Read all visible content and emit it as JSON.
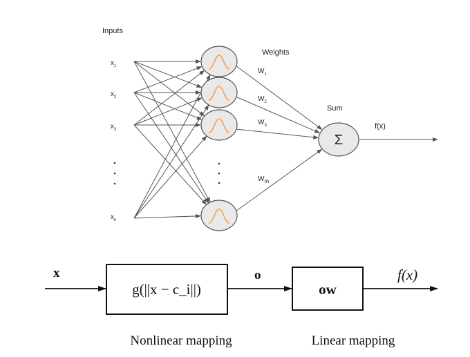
{
  "network": {
    "inputs_label": "Inputs",
    "weights_label": "Weights",
    "sum_label": "Sum",
    "sum_symbol": "Σ",
    "output_label": "f(x)",
    "inputs": [
      {
        "main": "x",
        "sub": "1"
      },
      {
        "main": "x",
        "sub": "2"
      },
      {
        "main": "x",
        "sub": "3"
      },
      {
        "main": "x",
        "sub": "n"
      }
    ],
    "weights": [
      {
        "main": "W",
        "sub": "1"
      },
      {
        "main": "W",
        "sub": "2"
      },
      {
        "main": "W",
        "sub": "3"
      },
      {
        "main": "W",
        "sub": "m"
      }
    ]
  },
  "block": {
    "input_label": "x",
    "mid_label": "o",
    "output_label": "f(x)",
    "nonlinear_box": "g(||x − c_i||)",
    "linear_box": "ow",
    "nonlinear_caption": "Nonlinear mapping",
    "linear_caption": "Linear mapping"
  }
}
